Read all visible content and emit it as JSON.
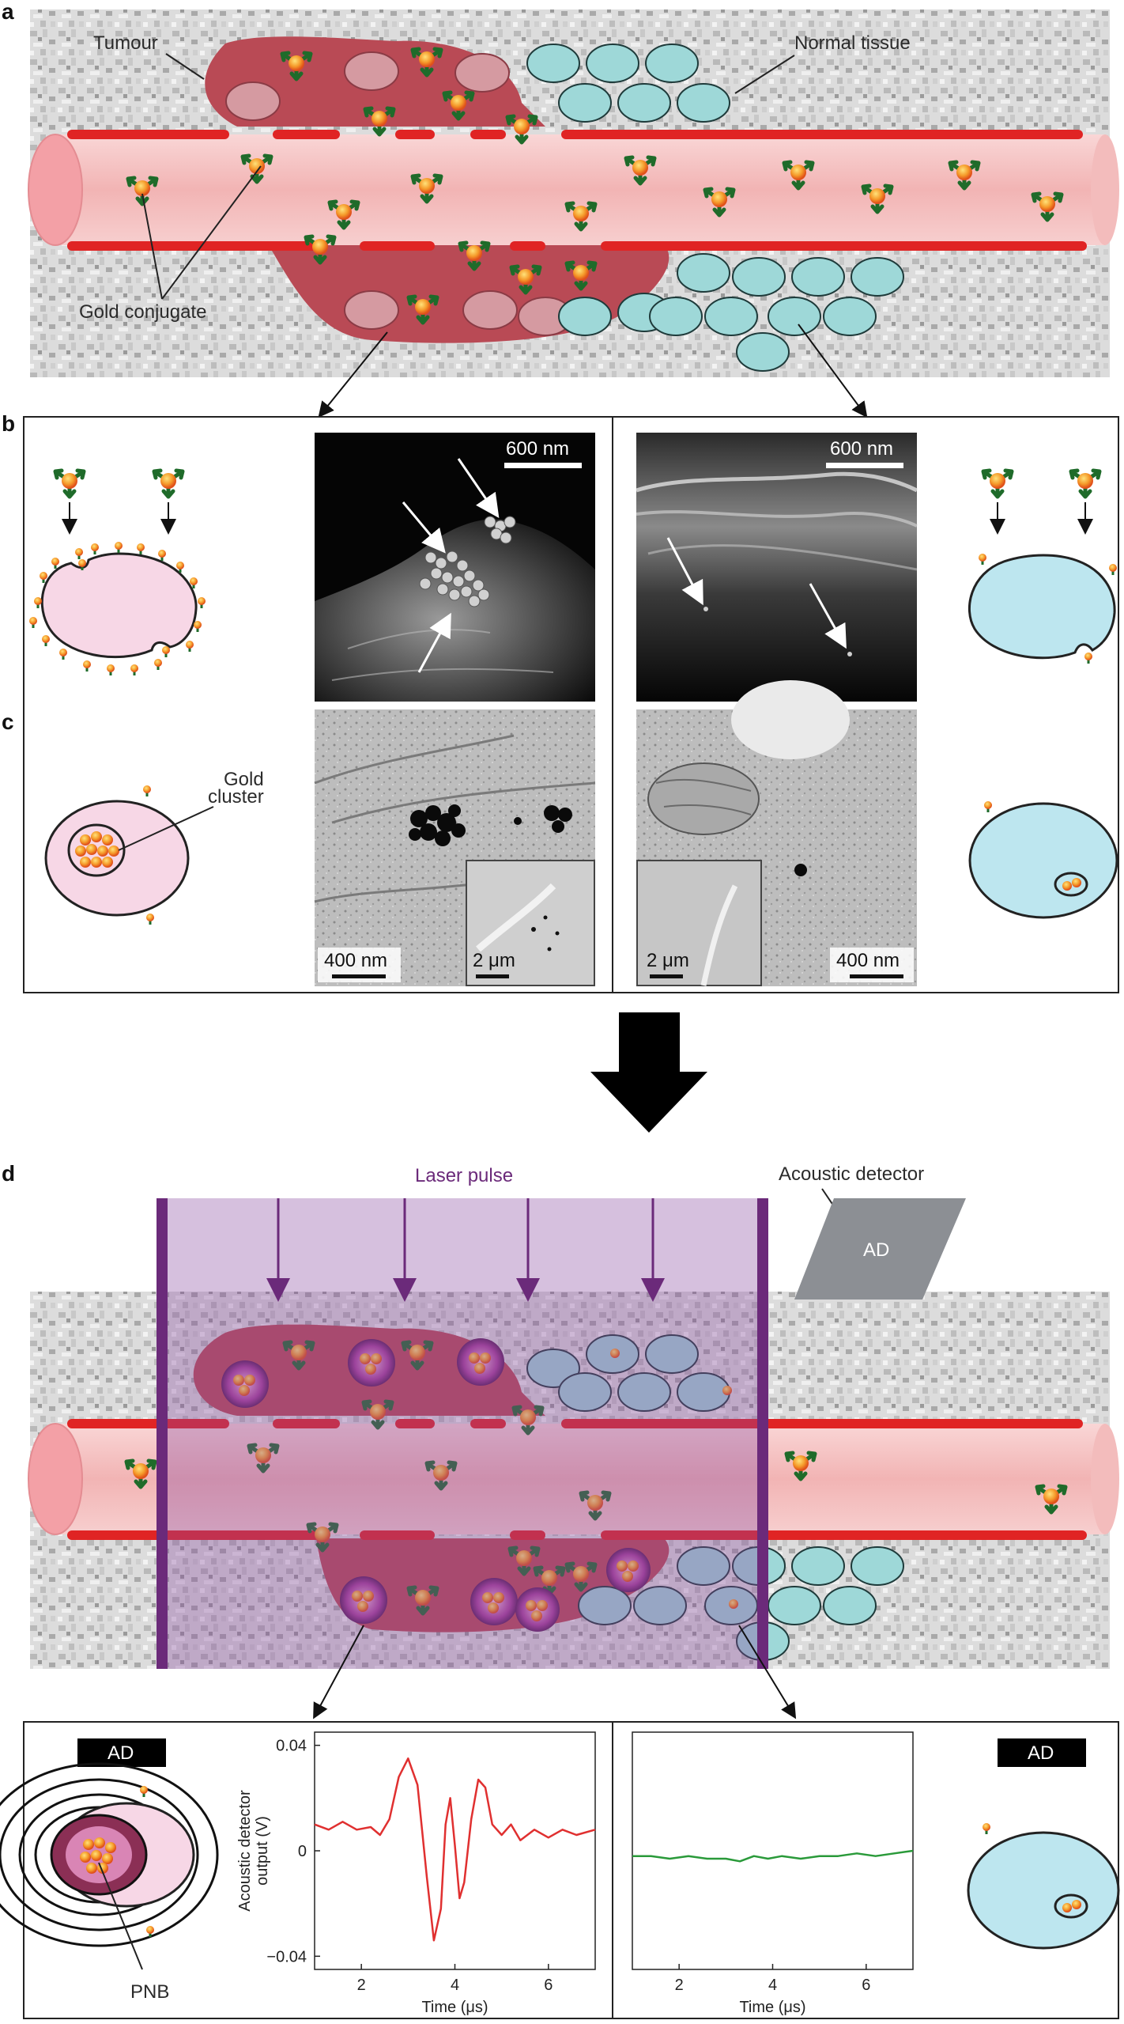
{
  "panels": {
    "a": "a",
    "b": "b",
    "c": "c",
    "d": "d"
  },
  "labels": {
    "tumour": "Tumour",
    "normal_tissue": "Normal tissue",
    "gold_conjugate": "Gold conjugate",
    "gold_cluster_line1": "Gold",
    "gold_cluster_line2": "cluster",
    "laser_pulse": "Laser pulse",
    "acoustic_detector": "Acoustic detector",
    "ad": "AD",
    "pnb": "PNB"
  },
  "scale_bars": {
    "sem_left": "600 nm",
    "sem_right": "600 nm",
    "tem_left_main": "400 nm",
    "tem_left_inset": "2 μm",
    "tem_right_inset": "2 μm",
    "tem_right_main": "400 nm"
  },
  "colors": {
    "vessel_red": "#e02424",
    "vessel_fill": "#f6c3c3",
    "tumour": "#b94a55",
    "normal_cell": "#9ed8d8",
    "conjugate_arrow": "#1f6b2a",
    "gold_core": "#f07820",
    "laser": "#7b3f8c",
    "detector_gray": "#8c8f94",
    "signal_tumour": "#e03030",
    "signal_normal": "#2a9a3a"
  },
  "chart_data": [
    {
      "type": "line",
      "title": "",
      "xlabel": "Time (μs)",
      "ylabel_line1": "Acoustic detector",
      "ylabel_line2": "output (V)",
      "xlim": [
        1,
        7
      ],
      "ylim": [
        -0.045,
        0.045
      ],
      "xticks": [
        "2",
        "4",
        "6"
      ],
      "xtick_values": [
        2,
        4,
        6
      ],
      "yticks": [
        "0.04",
        "0",
        "−0.04"
      ],
      "ytick_values": [
        0.04,
        0,
        -0.04
      ],
      "series": [
        {
          "color": "#e03030",
          "x": [
            1.0,
            1.3,
            1.6,
            1.9,
            2.2,
            2.4,
            2.6,
            2.8,
            3.0,
            3.2,
            3.4,
            3.55,
            3.7,
            3.8,
            3.9,
            4.0,
            4.1,
            4.2,
            4.35,
            4.5,
            4.65,
            4.8,
            5.0,
            5.2,
            5.4,
            5.7,
            6.0,
            6.3,
            6.6,
            7.0
          ],
          "y": [
            0.01,
            0.008,
            0.011,
            0.008,
            0.009,
            0.006,
            0.012,
            0.028,
            0.035,
            0.025,
            -0.01,
            -0.034,
            -0.022,
            0.01,
            0.02,
            0.002,
            -0.018,
            -0.012,
            0.012,
            0.027,
            0.024,
            0.01,
            0.006,
            0.01,
            0.004,
            0.008,
            0.005,
            0.008,
            0.006,
            0.008
          ]
        }
      ]
    },
    {
      "type": "line",
      "title": "",
      "xlabel": "Time (μs)",
      "xlim": [
        1,
        7
      ],
      "ylim": [
        -0.045,
        0.045
      ],
      "xticks": [
        "2",
        "4",
        "6"
      ],
      "xtick_values": [
        2,
        4,
        6
      ],
      "series": [
        {
          "color": "#2a9a3a",
          "x": [
            1.0,
            1.4,
            1.8,
            2.2,
            2.6,
            3.0,
            3.3,
            3.6,
            3.9,
            4.2,
            4.6,
            5.0,
            5.4,
            5.8,
            6.2,
            6.6,
            7.0
          ],
          "y": [
            -0.002,
            -0.002,
            -0.003,
            -0.002,
            -0.003,
            -0.003,
            -0.004,
            -0.002,
            -0.003,
            -0.002,
            -0.003,
            -0.002,
            -0.002,
            -0.001,
            -0.002,
            -0.001,
            0.0
          ]
        }
      ]
    }
  ]
}
